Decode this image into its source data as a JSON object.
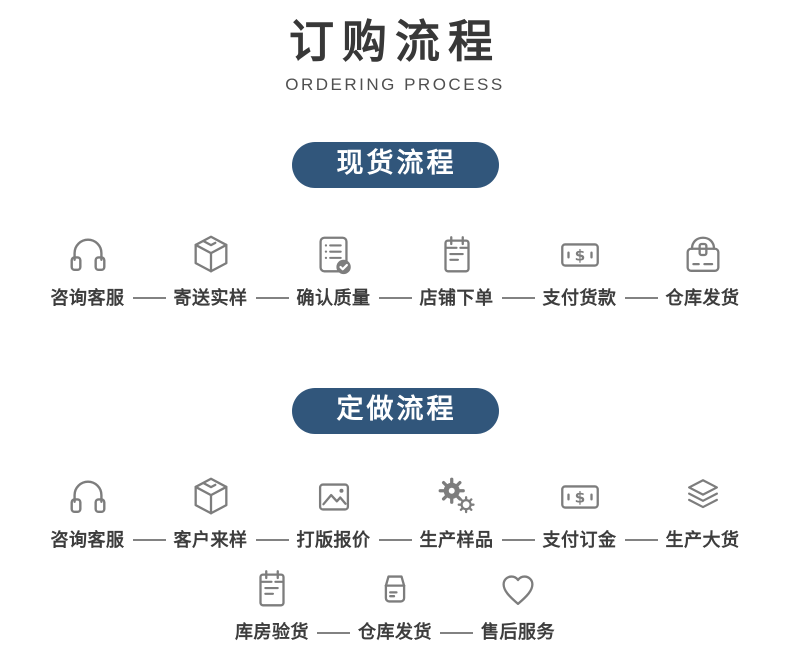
{
  "page": {
    "title": "订购流程",
    "subtitle": "ORDERING PROCESS"
  },
  "colors": {
    "accent": "#31567b",
    "title": "#383838",
    "label": "#3d3d3d",
    "icon": "#7d7d7d",
    "connector": "#828282"
  },
  "sections": [
    {
      "badge": "现货流程",
      "rows": [
        [
          {
            "icon": "headset-icon",
            "label": "咨询客服"
          },
          {
            "icon": "package-cube-icon",
            "label": "寄送实样"
          },
          {
            "icon": "checklist-check-icon",
            "label": "确认质量"
          },
          {
            "icon": "clipboard-icon",
            "label": "店铺下单"
          },
          {
            "icon": "banknote-icon",
            "label": "支付货款"
          },
          {
            "icon": "parcel-icon",
            "label": "仓库发货"
          }
        ]
      ]
    },
    {
      "badge": "定做流程",
      "rows": [
        [
          {
            "icon": "headset-icon",
            "label": "咨询客服"
          },
          {
            "icon": "package-cube-icon",
            "label": "客户来样"
          },
          {
            "icon": "picture-icon",
            "label": "打版报价"
          },
          {
            "icon": "gears-icon",
            "label": "生产样品"
          },
          {
            "icon": "banknote-icon",
            "label": "支付订金"
          },
          {
            "icon": "layers-icon",
            "label": "生产大货"
          }
        ],
        [
          {
            "icon": "clipboard-icon",
            "label": "库房验货"
          },
          {
            "icon": "carton-icon",
            "label": "仓库发货"
          },
          {
            "icon": "heart-icon",
            "label": "售后服务"
          }
        ]
      ]
    }
  ]
}
